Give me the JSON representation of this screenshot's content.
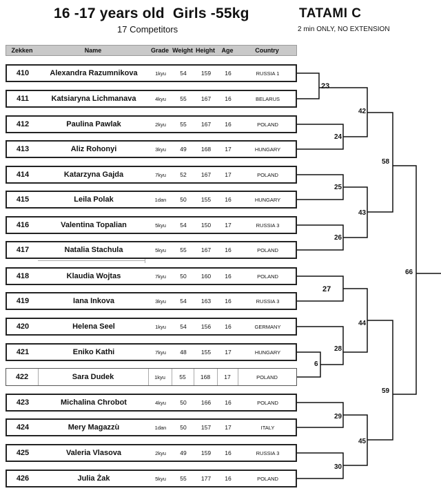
{
  "header": {
    "title": "16 -17 years old  Girls -55kg",
    "competitors": "17 Competitors",
    "tatami": "TATAMI  C",
    "rules": "2 min ONLY, NO EXTENSION"
  },
  "columns": [
    "Zekken",
    "Name",
    "Grade",
    "Weight",
    "Height",
    "Age",
    "Country"
  ],
  "competitors": [
    {
      "zekken": "410",
      "name": "Alexandra  Razumnikova",
      "grade": "1kyu",
      "weight": "54",
      "height": "159",
      "age": "16",
      "country": "RUSSIA 1"
    },
    {
      "zekken": "411",
      "name": "Katsiaryna Lichmanava",
      "grade": "4kyu",
      "weight": "55",
      "height": "167",
      "age": "16",
      "country": "BELARUS"
    },
    {
      "zekken": "412",
      "name": "Paulina Pawlak",
      "grade": "2kyu",
      "weight": "55",
      "height": "167",
      "age": "16",
      "country": "POLAND"
    },
    {
      "zekken": "413",
      "name": "Aliz Rohonyi",
      "grade": "3kyu",
      "weight": "49",
      "height": "168",
      "age": "17",
      "country": "HUNGARY"
    },
    {
      "zekken": "414",
      "name": "Katarzyna Gajda",
      "grade": "7kyu",
      "weight": "52",
      "height": "167",
      "age": "17",
      "country": "POLAND"
    },
    {
      "zekken": "415",
      "name": "Leila Polak",
      "grade": "1dan",
      "weight": "50",
      "height": "155",
      "age": "16",
      "country": "HUNGARY"
    },
    {
      "zekken": "416",
      "name": "Valentina Topalian",
      "grade": "5kyu",
      "weight": "54",
      "height": "150",
      "age": "17",
      "country": "RUSSIA 3"
    },
    {
      "zekken": "417",
      "name": "Natalia Stachula",
      "grade": "5kyu",
      "weight": "55",
      "height": "167",
      "age": "16",
      "country": "POLAND"
    },
    {
      "zekken": "418",
      "name": "Klaudia Wojtas",
      "grade": "7kyu",
      "weight": "50",
      "height": "160",
      "age": "16",
      "country": "POLAND"
    },
    {
      "zekken": "419",
      "name": "Iana Inkova",
      "grade": "3kyu",
      "weight": "54",
      "height": "163",
      "age": "16",
      "country": "RUSSIA 3"
    },
    {
      "zekken": "420",
      "name": "Helena Seel",
      "grade": "1kyu",
      "weight": "54",
      "height": "156",
      "age": "16",
      "country": "GERMANY"
    },
    {
      "zekken": "421",
      "name": "Eniko Kathi",
      "grade": "7kyu",
      "weight": "48",
      "height": "155",
      "age": "17",
      "country": "HUNGARY"
    },
    {
      "zekken": "422",
      "name": "Sara Dudek",
      "grade": "1kyu",
      "weight": "55",
      "height": "168",
      "age": "17",
      "country": "POLAND"
    },
    {
      "zekken": "423",
      "name": "Michalina Chrobot",
      "grade": "4kyu",
      "weight": "50",
      "height": "166",
      "age": "16",
      "country": "POLAND"
    },
    {
      "zekken": "424",
      "name": "Mery Magazzù",
      "grade": "1dan",
      "weight": "50",
      "height": "157",
      "age": "17",
      "country": "ITALY"
    },
    {
      "zekken": "425",
      "name": "Valeria Vlasova",
      "grade": "2kyu",
      "weight": "49",
      "height": "159",
      "age": "16",
      "country": "RUSSIA 3"
    },
    {
      "zekken": "426",
      "name": "Julia Żak",
      "grade": "5kyu",
      "weight": "55",
      "height": "177",
      "age": "16",
      "country": "POLAND"
    }
  ],
  "bracket_numbers": {
    "m6": "6",
    "m23": "23",
    "m24": "24",
    "m25": "25",
    "m26": "26",
    "m27": "27",
    "m28": "28",
    "m29": "29",
    "m30": "30",
    "m42": "42",
    "m43": "43",
    "m44": "44",
    "m45": "45",
    "m58": "58",
    "m59": "59",
    "m66": "66"
  }
}
